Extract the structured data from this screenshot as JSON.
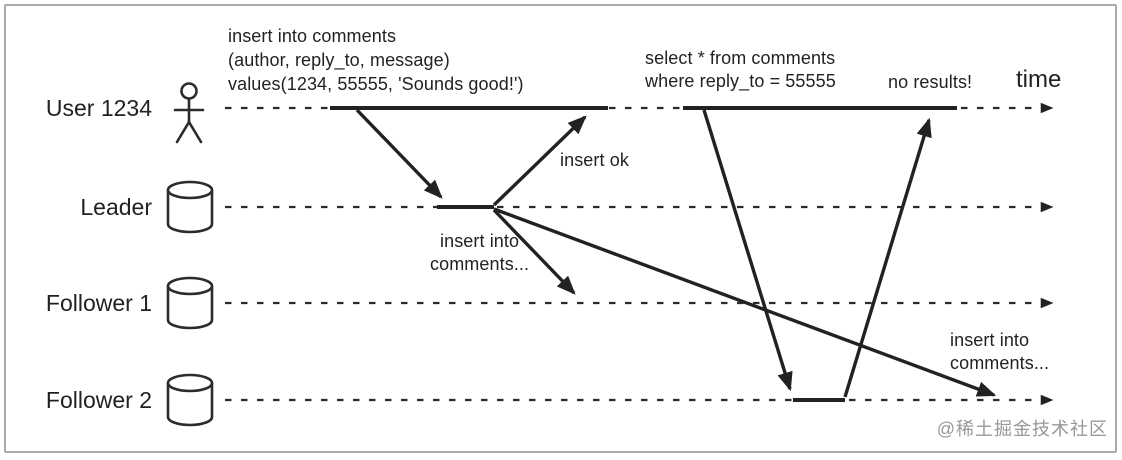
{
  "diagram": {
    "title_hint": "leader-based replication read-after-write sequence diagram",
    "time_label": "time",
    "watermark": "@稀土掘金技术社区",
    "colors": {
      "ink": "#222222",
      "frame": "#aaaaaa",
      "watermark": "#989898"
    },
    "actors": [
      {
        "label": "User 1234",
        "type": "person"
      },
      {
        "label": "Leader",
        "type": "database"
      },
      {
        "label": "Follower 1",
        "type": "database"
      },
      {
        "label": "Follower 2",
        "type": "database"
      }
    ],
    "messages": {
      "insert_query": "insert into comments\n(author, reply_to, message)\nvalues(1234, 55555, 'Sounds good!')",
      "insert_ok": "insert ok",
      "replicate_follower1": "insert into\ncomments...",
      "select_query": "select * from comments\nwhere reply_to = 55555",
      "no_results": "no results!",
      "replicate_follower2": "insert into\ncomments..."
    }
  }
}
